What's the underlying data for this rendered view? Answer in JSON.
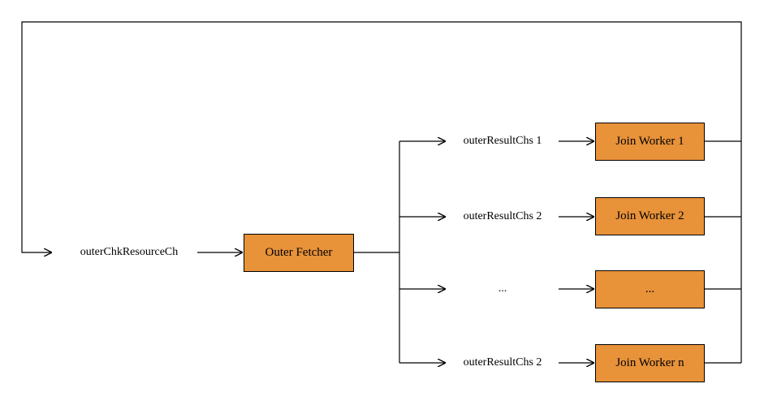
{
  "diagram": {
    "source_channel": "outerChkResourceCh",
    "fetcher": "Outer Fetcher",
    "rows": [
      {
        "channel": "outerResultChs 1",
        "worker": "Join Worker 1"
      },
      {
        "channel": "outerResultChs 2",
        "worker": "Join Worker 2"
      },
      {
        "channel": "...",
        "worker": "..."
      },
      {
        "channel": "outerResultChs 2",
        "worker": "Join Worker n"
      }
    ]
  },
  "colors": {
    "box_fill": "#e8923a",
    "line": "#000000"
  }
}
